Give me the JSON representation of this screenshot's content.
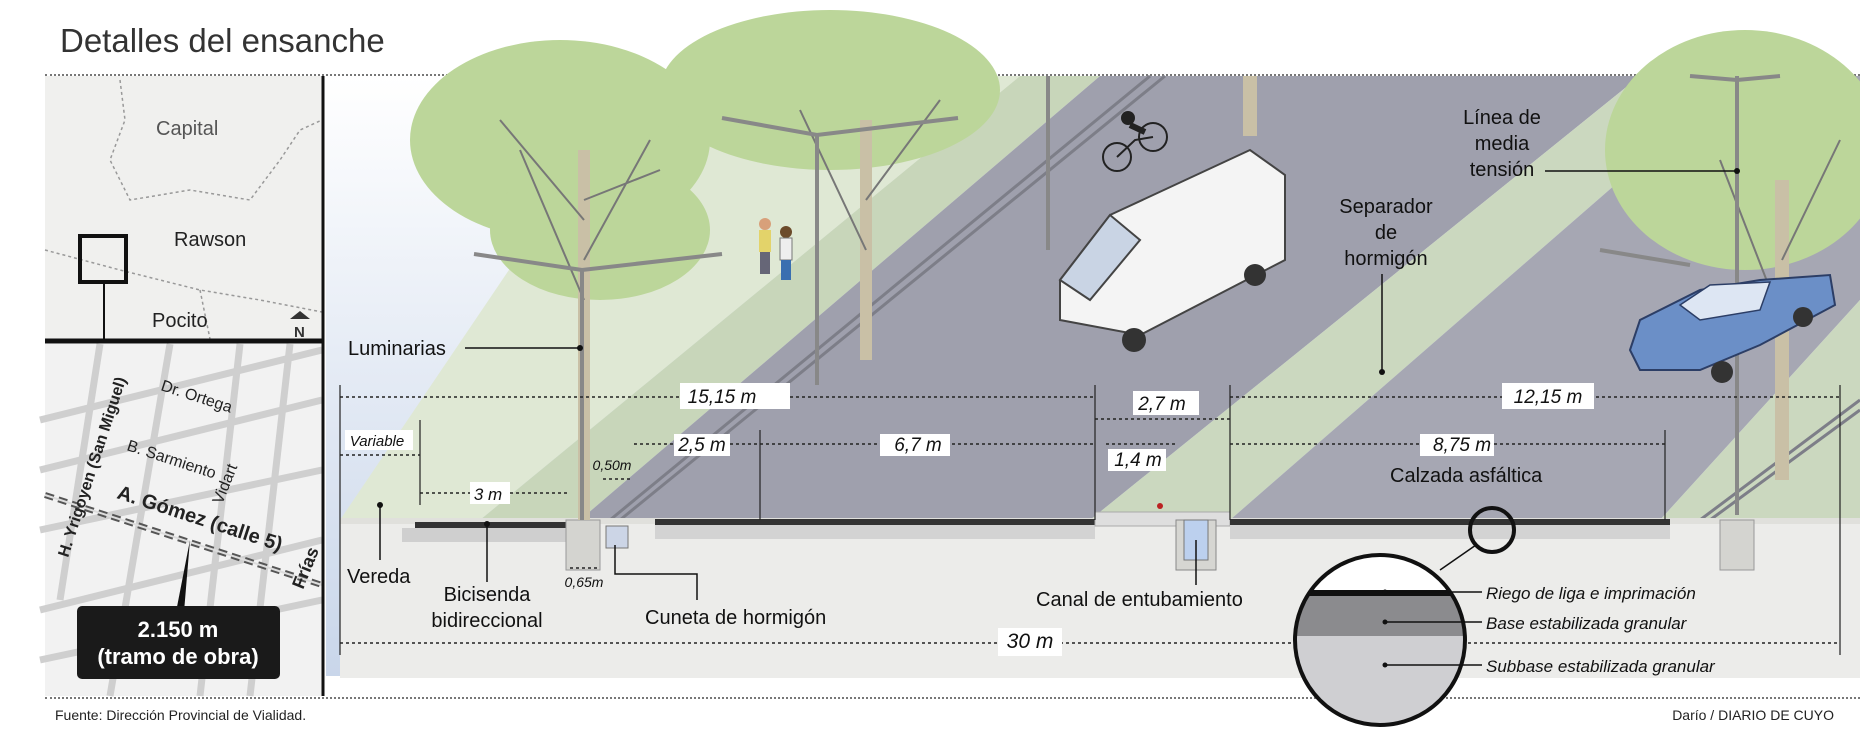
{
  "title": "Detalles del ensanche",
  "footer": {
    "source": "Fuente: Dirección Provincial de Vialidad.",
    "credit": "Darío / DIARIO DE CUYO"
  },
  "locator_map": {
    "regions": [
      "Capital",
      "Rawson",
      "Pocito"
    ],
    "north_symbol": "N"
  },
  "street_map": {
    "streets": [
      "Dr. Ortega",
      "B. Sarmiento",
      "Vidart",
      "H. Yrigoyen (San Miguel)",
      "A. Gómez (calle 5)",
      "Frías"
    ],
    "callout_line1": "2.150 m",
    "callout_line2": "(tramo de obra)"
  },
  "labels": {
    "luminarias": "Luminarias",
    "linea1": "Línea de",
    "linea2": "media",
    "linea3": "tensión",
    "separador1": "Separador",
    "separador2": "de",
    "separador3": "hormigón",
    "calzada": "Calzada asfáltica",
    "vereda": "Vereda",
    "bicisenda1": "Bicisenda",
    "bicisenda2": "bidireccional",
    "cuneta": "Cuneta de hormigón",
    "canal": "Canal de entubamiento"
  },
  "dimensions": {
    "left_total": "15,15 m",
    "center": "2,7 m",
    "right_total": "12,15 m",
    "variable": "Variable",
    "bici": "3 m",
    "cuneta_w": "0,50m",
    "lane_a": "2,5 m",
    "lane_b": "6,7 m",
    "canal_w": "1,4 m",
    "right_road": "8,75 m",
    "footing": "0,65m",
    "total": "30 m"
  },
  "layers": [
    "Riego de liga e imprimación",
    "Base estabilizada granular",
    "Subbase estabilizada granular"
  ]
}
